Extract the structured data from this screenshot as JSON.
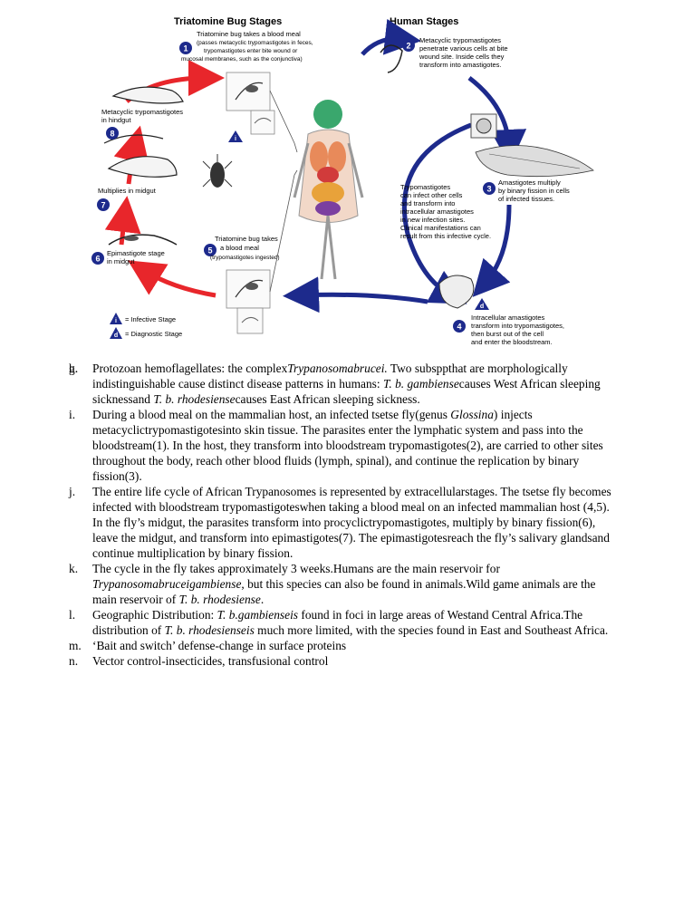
{
  "diagram": {
    "header_left": "Triatomine Bug Stages",
    "header_right": "Human Stages",
    "step1": {
      "num": "1",
      "lines": [
        "Triatomine bug takes a blood meal",
        "(passes metacyclic trypomastigotes in feces,",
        "trypomastigotes enter bite wound or",
        "mucosal membranes, such as the conjunctiva)"
      ]
    },
    "step2": {
      "num": "2",
      "lines": [
        "Metacyclic trypomastigotes",
        "penetrate various cells at bite",
        "wound site.  Inside cells they",
        "transform into amastigotes."
      ]
    },
    "step3": {
      "num": "3",
      "lines": [
        "Amastigotes multiply",
        "by binary fission in cells",
        "of infected tissues."
      ]
    },
    "step4": {
      "num": "4",
      "lines": [
        "Intracellular amastigotes",
        "transform into trypomastigotes,",
        "then burst out of the cell",
        "and enter the bloodstream."
      ]
    },
    "step5": {
      "num": "5",
      "lines": [
        "Triatomine bug takes",
        "a blood meal",
        "(trypomastigotes ingested)"
      ]
    },
    "step6": {
      "num": "6",
      "lines": [
        "Epimastigote stage",
        "in midgut"
      ]
    },
    "step7": {
      "num": "7",
      "lines": [
        "Multiplies in midgut"
      ]
    },
    "step8": {
      "num": "8",
      "lines": [
        "Metacyclic trypomastigotes",
        "in hindgut"
      ]
    },
    "center_text": [
      "Trypomastigotes",
      "can infect other cells",
      "and transform into",
      "intracellular amastigotes",
      "in new infection sites.",
      "Clinical manifestations can",
      "result from this infective cycle."
    ],
    "infective_mark": "i",
    "diagnostic_mark": "d",
    "legend_infective": "= Infective Stage",
    "legend_diagnostic": "= Diagnostic Stage",
    "colors": {
      "red_arrow": "#e8262b",
      "blue_arrow": "#1d2a8c",
      "dark_badge": "#1d2a8c"
    }
  },
  "list": [
    {
      "marker": "g.",
      "text": ""
    },
    {
      "marker": "h.",
      "html": "Protozoan hemoflagellates: the complex<i>Trypanosomabrucei.</i> Two subsppthat are morphologically indistinguishable cause distinct disease patterns in humans: <i>T. b. gambiense</i>causes West African sleeping sicknessand <i>T. b. rhodesiense</i>causes East African sleeping sickness."
    },
    {
      "marker": "i.",
      "html": "During a blood meal on the mammalian host, an infected tsetse fly(genus <i>Glossina</i>) injects metacyclictrypomastigotesinto skin tissue. The parasites enter the lymphatic system and pass into the bloodstream(1). In the host, they transform into bloodstream trypomastigotes(2), are carried to other sites throughout the body, reach other blood fluids (lymph, spinal), and continue the replication by binary fission(3)."
    },
    {
      "marker": "j.",
      "html": "The entire life cycle of African Trypanosomes is represented by extracellularstages. The tsetse fly becomes infected with bloodstream trypomastigoteswhen taking a blood meal on an infected mammalian host (4,5). In the fly’s midgut, the parasites transform into procyclictrypomastigotes, multiply by binary fission(6), leave the midgut, and transform into epimastigotes(7). The epimastigotesreach the fly’s salivary glandsand continue multiplication by binary fission."
    },
    {
      "marker": "k.",
      "html": "The cycle in the fly takes approximately 3 weeks.Humans are the main reservoir for <i>Trypanosomabruceigambiense</i>, but this species can also be found in animals.Wild game animals are the main reservoir of <i>T. b. rhodesiense</i>."
    },
    {
      "marker": "l.",
      "html": "Geographic Distribution: <i>T. b.gambienseis</i> found in foci in large areas of Westand Central Africa.The distribution of <i>T. b. rhodesienseis</i> much more limited, with the species found in East and Southeast Africa."
    },
    {
      "marker": "m.",
      "html": "‘Bait and switch’ defense-change in surface proteins"
    },
    {
      "marker": "n.",
      "html": "Vector control-insecticides, transfusional control"
    }
  ]
}
